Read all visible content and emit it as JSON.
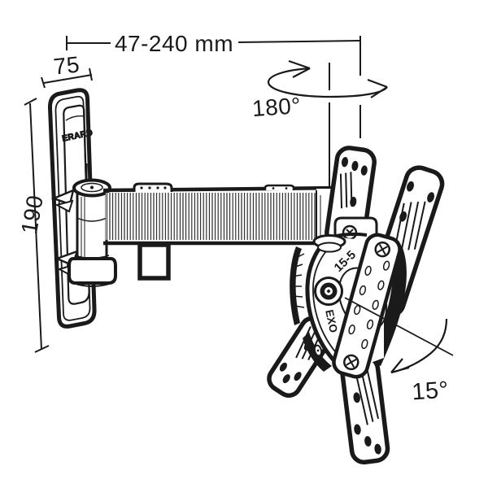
{
  "product": {
    "brand": "ERARD",
    "model": "15-5",
    "series": "EXO"
  },
  "dimensions": {
    "extension_range": "47-240 mm",
    "plate_width_mm": "75",
    "plate_height_mm": "190",
    "swivel_angle": "180°",
    "tilt_angle": "15°"
  },
  "colors": {
    "line": "#1a1a1a",
    "background": "#ffffff"
  }
}
